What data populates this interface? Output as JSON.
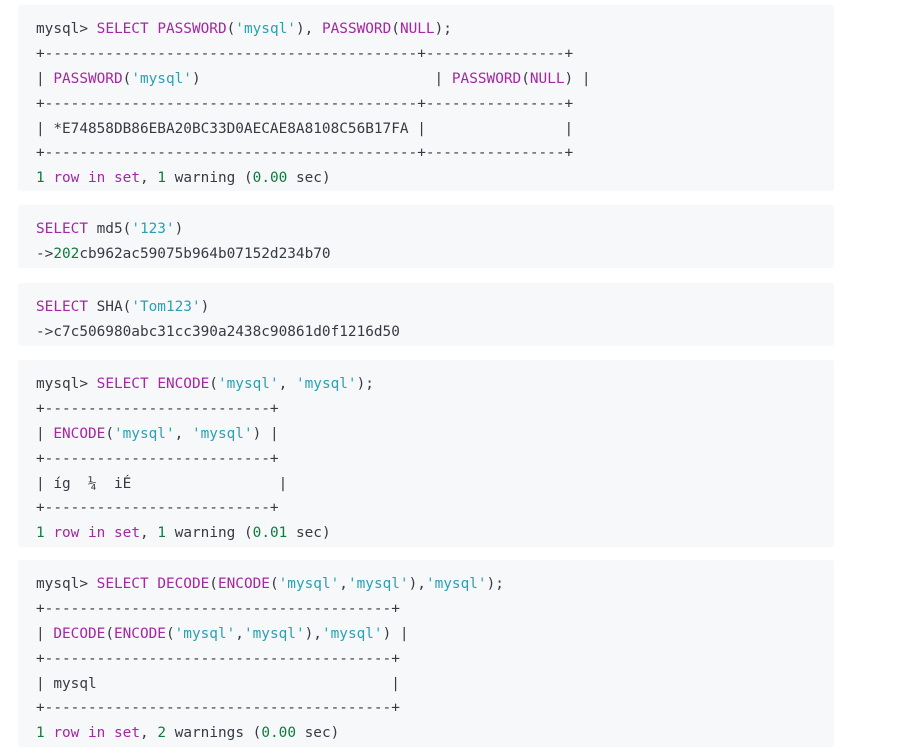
{
  "blocks": [
    {
      "id": "password-query",
      "lines": [
        [
          {
            "t": "mysql> ",
            "c": "plain"
          },
          {
            "t": "SELECT",
            "c": "kw"
          },
          {
            "t": " ",
            "c": "plain"
          },
          {
            "t": "PASSWORD",
            "c": "kw"
          },
          {
            "t": "(",
            "c": "plain"
          },
          {
            "t": "'mysql'",
            "c": "strq"
          },
          {
            "t": "), ",
            "c": "plain"
          },
          {
            "t": "PASSWORD",
            "c": "kw"
          },
          {
            "t": "(",
            "c": "plain"
          },
          {
            "t": "NULL",
            "c": "kw"
          },
          {
            "t": ");",
            "c": "plain"
          }
        ],
        [
          {
            "t": "+-------------------------------------------+----------------+",
            "c": "plain"
          }
        ],
        [
          {
            "t": "| ",
            "c": "plain"
          },
          {
            "t": "PASSWORD",
            "c": "kw"
          },
          {
            "t": "(",
            "c": "plain"
          },
          {
            "t": "'mysql'",
            "c": "strq"
          },
          {
            "t": ")                           | ",
            "c": "plain"
          },
          {
            "t": "PASSWORD",
            "c": "kw"
          },
          {
            "t": "(",
            "c": "plain"
          },
          {
            "t": "NULL",
            "c": "kw"
          },
          {
            "t": ") |",
            "c": "plain"
          }
        ],
        [
          {
            "t": "+-------------------------------------------+----------------+",
            "c": "plain"
          }
        ],
        [
          {
            "t": "| *E74858DB86EBA20BC33D0AECAE8A8108C56B17FA |                |",
            "c": "plain"
          }
        ],
        [
          {
            "t": "+-------------------------------------------+----------------+",
            "c": "plain"
          }
        ],
        [
          {
            "t": "1",
            "c": "num"
          },
          {
            "t": " ",
            "c": "plain"
          },
          {
            "t": "row",
            "c": "kw"
          },
          {
            "t": " ",
            "c": "plain"
          },
          {
            "t": "in",
            "c": "kw"
          },
          {
            "t": " ",
            "c": "plain"
          },
          {
            "t": "set",
            "c": "kw"
          },
          {
            "t": ", ",
            "c": "plain"
          },
          {
            "t": "1",
            "c": "num"
          },
          {
            "t": " warning (",
            "c": "plain"
          },
          {
            "t": "0.00",
            "c": "num"
          },
          {
            "t": " sec)",
            "c": "plain"
          }
        ]
      ]
    },
    {
      "id": "md5-query",
      "lines": [
        [
          {
            "t": "SELECT",
            "c": "kw"
          },
          {
            "t": " md5(",
            "c": "plain"
          },
          {
            "t": "'123'",
            "c": "strq"
          },
          {
            "t": ")",
            "c": "plain"
          }
        ],
        [
          {
            "t": "->",
            "c": "plain"
          },
          {
            "t": "202",
            "c": "num"
          },
          {
            "t": "cb962ac59075b964b07152d234b70",
            "c": "plain"
          }
        ]
      ]
    },
    {
      "id": "sha-query",
      "lines": [
        [
          {
            "t": "SELECT",
            "c": "kw"
          },
          {
            "t": " SHA(",
            "c": "plain"
          },
          {
            "t": "'Tom123'",
            "c": "strq"
          },
          {
            "t": ")",
            "c": "plain"
          }
        ],
        [
          {
            "t": "->c7c506980abc31cc390a2438c90861d0f1216d50",
            "c": "plain"
          }
        ]
      ]
    },
    {
      "id": "encode-query",
      "lines": [
        [
          {
            "t": "mysql> ",
            "c": "plain"
          },
          {
            "t": "SELECT",
            "c": "kw"
          },
          {
            "t": " ",
            "c": "plain"
          },
          {
            "t": "ENCODE",
            "c": "kw"
          },
          {
            "t": "(",
            "c": "plain"
          },
          {
            "t": "'mysql'",
            "c": "strq"
          },
          {
            "t": ", ",
            "c": "plain"
          },
          {
            "t": "'mysql'",
            "c": "strq"
          },
          {
            "t": ");",
            "c": "plain"
          }
        ],
        [
          {
            "t": "+--------------------------+",
            "c": "plain"
          }
        ],
        [
          {
            "t": "| ",
            "c": "plain"
          },
          {
            "t": "ENCODE",
            "c": "kw"
          },
          {
            "t": "(",
            "c": "plain"
          },
          {
            "t": "'mysql'",
            "c": "strq"
          },
          {
            "t": ", ",
            "c": "plain"
          },
          {
            "t": "'mysql'",
            "c": "strq"
          },
          {
            "t": ") |",
            "c": "plain"
          }
        ],
        [
          {
            "t": "+--------------------------+",
            "c": "plain"
          }
        ],
        [
          {
            "t": "| íg  ¼  iÉ                 |",
            "c": "plain"
          }
        ],
        [
          {
            "t": "+--------------------------+",
            "c": "plain"
          }
        ],
        [
          {
            "t": "1",
            "c": "num"
          },
          {
            "t": " ",
            "c": "plain"
          },
          {
            "t": "row",
            "c": "kw"
          },
          {
            "t": " ",
            "c": "plain"
          },
          {
            "t": "in",
            "c": "kw"
          },
          {
            "t": " ",
            "c": "plain"
          },
          {
            "t": "set",
            "c": "kw"
          },
          {
            "t": ", ",
            "c": "plain"
          },
          {
            "t": "1",
            "c": "num"
          },
          {
            "t": " warning (",
            "c": "plain"
          },
          {
            "t": "0.01",
            "c": "num"
          },
          {
            "t": " sec)",
            "c": "plain"
          }
        ]
      ]
    },
    {
      "id": "decode-query",
      "lines": [
        [
          {
            "t": "mysql> ",
            "c": "plain"
          },
          {
            "t": "SELECT",
            "c": "kw"
          },
          {
            "t": " ",
            "c": "plain"
          },
          {
            "t": "DECODE",
            "c": "kw"
          },
          {
            "t": "(",
            "c": "plain"
          },
          {
            "t": "ENCODE",
            "c": "kw"
          },
          {
            "t": "(",
            "c": "plain"
          },
          {
            "t": "'mysql'",
            "c": "strq"
          },
          {
            "t": ",",
            "c": "plain"
          },
          {
            "t": "'mysql'",
            "c": "strq"
          },
          {
            "t": "),",
            "c": "plain"
          },
          {
            "t": "'mysql'",
            "c": "strq"
          },
          {
            "t": ");",
            "c": "plain"
          }
        ],
        [
          {
            "t": "+----------------------------------------+",
            "c": "plain"
          }
        ],
        [
          {
            "t": "| ",
            "c": "plain"
          },
          {
            "t": "DECODE",
            "c": "kw"
          },
          {
            "t": "(",
            "c": "plain"
          },
          {
            "t": "ENCODE",
            "c": "kw"
          },
          {
            "t": "(",
            "c": "plain"
          },
          {
            "t": "'mysql'",
            "c": "strq"
          },
          {
            "t": ",",
            "c": "plain"
          },
          {
            "t": "'mysql'",
            "c": "strq"
          },
          {
            "t": "),",
            "c": "plain"
          },
          {
            "t": "'mysql'",
            "c": "strq"
          },
          {
            "t": ") |",
            "c": "plain"
          }
        ],
        [
          {
            "t": "+----------------------------------------+",
            "c": "plain"
          }
        ],
        [
          {
            "t": "| mysql                                  |",
            "c": "plain"
          }
        ],
        [
          {
            "t": "+----------------------------------------+",
            "c": "plain"
          }
        ],
        [
          {
            "t": "1",
            "c": "num"
          },
          {
            "t": " ",
            "c": "plain"
          },
          {
            "t": "row",
            "c": "kw"
          },
          {
            "t": " ",
            "c": "plain"
          },
          {
            "t": "in",
            "c": "kw"
          },
          {
            "t": " ",
            "c": "plain"
          },
          {
            "t": "set",
            "c": "kw"
          },
          {
            "t": ", ",
            "c": "plain"
          },
          {
            "t": "2",
            "c": "num"
          },
          {
            "t": " warnings (",
            "c": "plain"
          },
          {
            "t": "0.00",
            "c": "num"
          },
          {
            "t": " sec)",
            "c": "plain"
          }
        ]
      ]
    }
  ]
}
